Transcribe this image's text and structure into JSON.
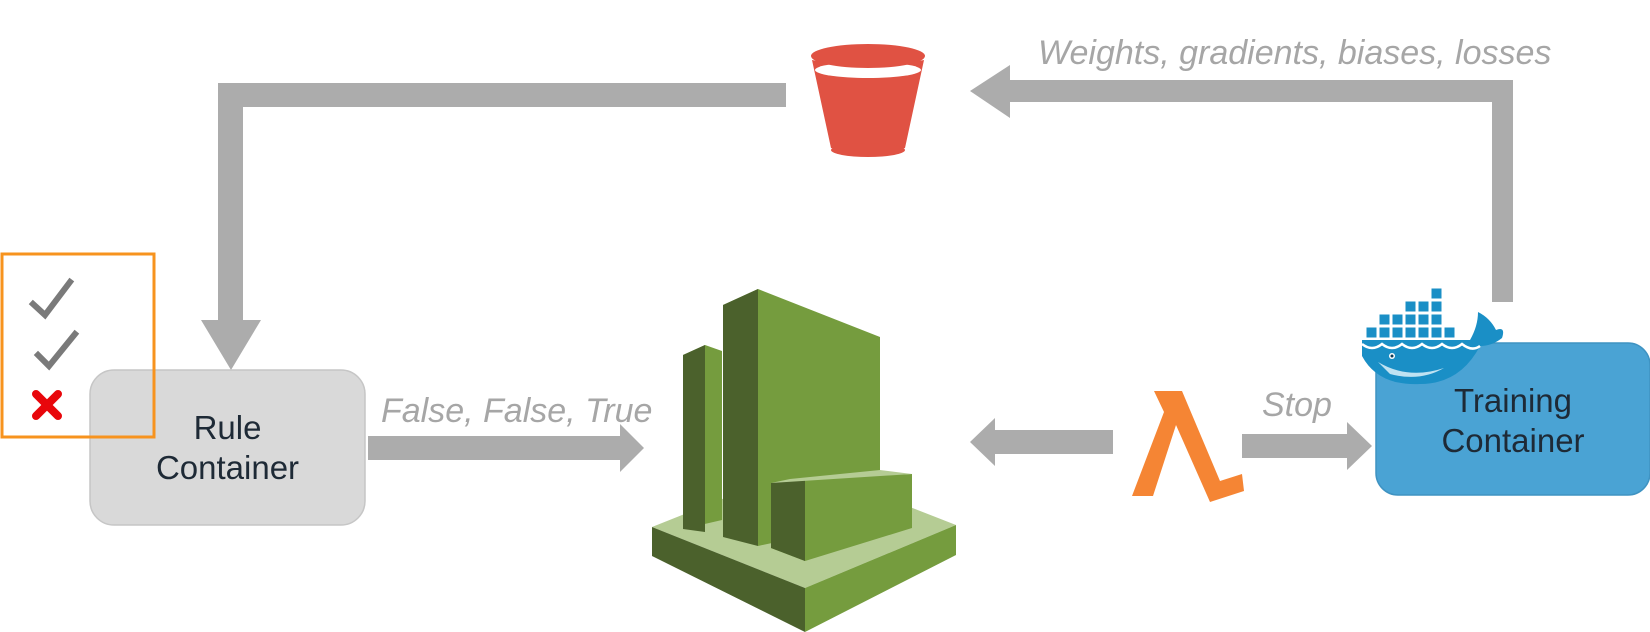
{
  "labels": {
    "top_arrow": "Weights, gradients, biases, losses",
    "rule_to_cloudwatch": "False, False, True",
    "lambda_to_training": "Stop"
  },
  "nodes": {
    "rule_container": {
      "line1": "Rule",
      "line2": "Container"
    },
    "training_container": {
      "line1": "Training",
      "line2": "Container"
    }
  },
  "icons": {
    "storage": "s3-bucket-icon",
    "monitor": "cloudwatch-icon",
    "function": "lambda-icon",
    "container": "docker-whale-icon",
    "rule_results": [
      "check-icon",
      "check-icon",
      "cross-icon"
    ]
  },
  "colors": {
    "arrow": "#acacac",
    "bucket": "#e05243",
    "cloudwatch_dark": "#4b612c",
    "cloudwatch_light": "#759c3e",
    "cloudwatch_base": "#b5cc94",
    "lambda": "#f58534",
    "rule_box": "#d9d9d9",
    "training_box": "#4aa3d4",
    "results_border": "#f7931e",
    "cross": "#e8060b",
    "docker": "#1a8fc6"
  }
}
